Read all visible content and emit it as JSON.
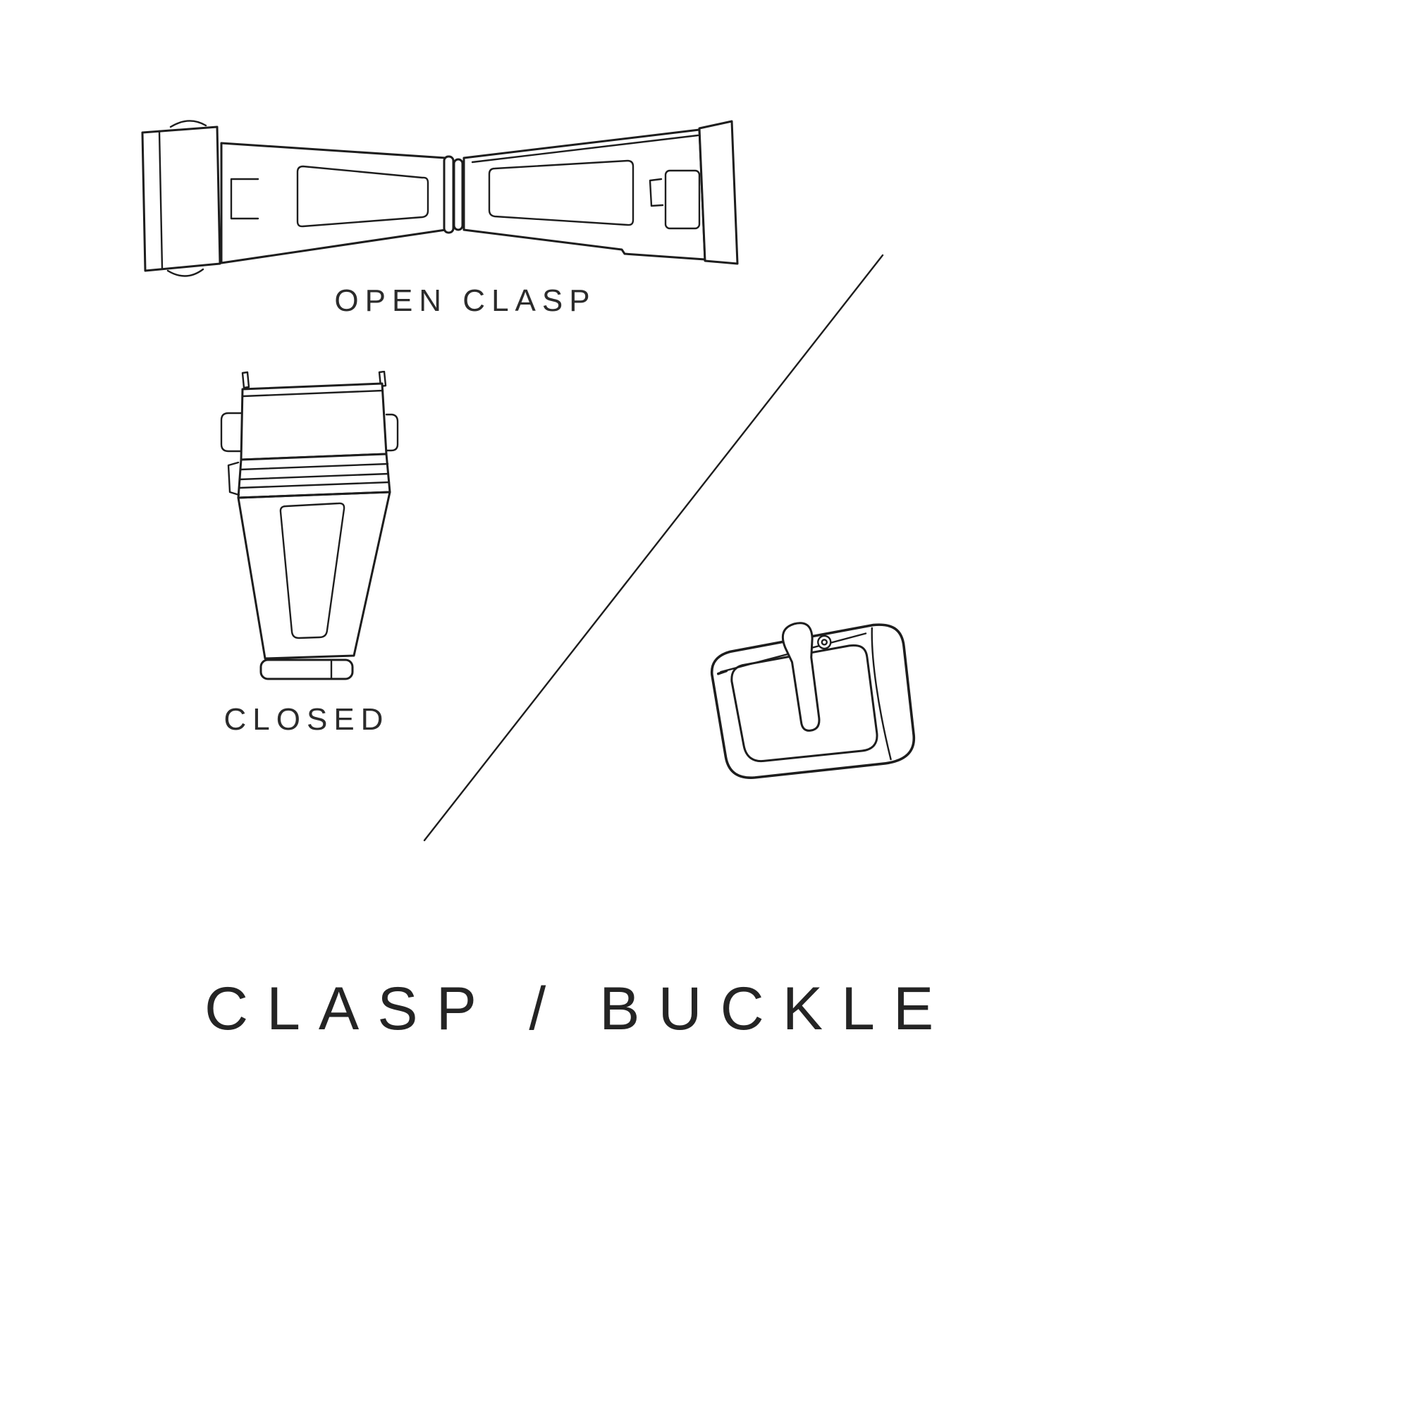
{
  "page": {
    "background": "#ffffff",
    "ink": "#1d1d1d",
    "text_color": "#2b2b2b"
  },
  "labels": {
    "open_clasp": "OPEN CLASP",
    "closed": "CLOSED",
    "title": "CLASP / BUCKLE"
  },
  "figures": {
    "open_clasp": "watch deployant clasp shown open (butterfly clasp, top view)",
    "closed_clasp": "watch deployant clasp shown closed (top view)",
    "buckle": "watch strap pin buckle with tongue"
  }
}
